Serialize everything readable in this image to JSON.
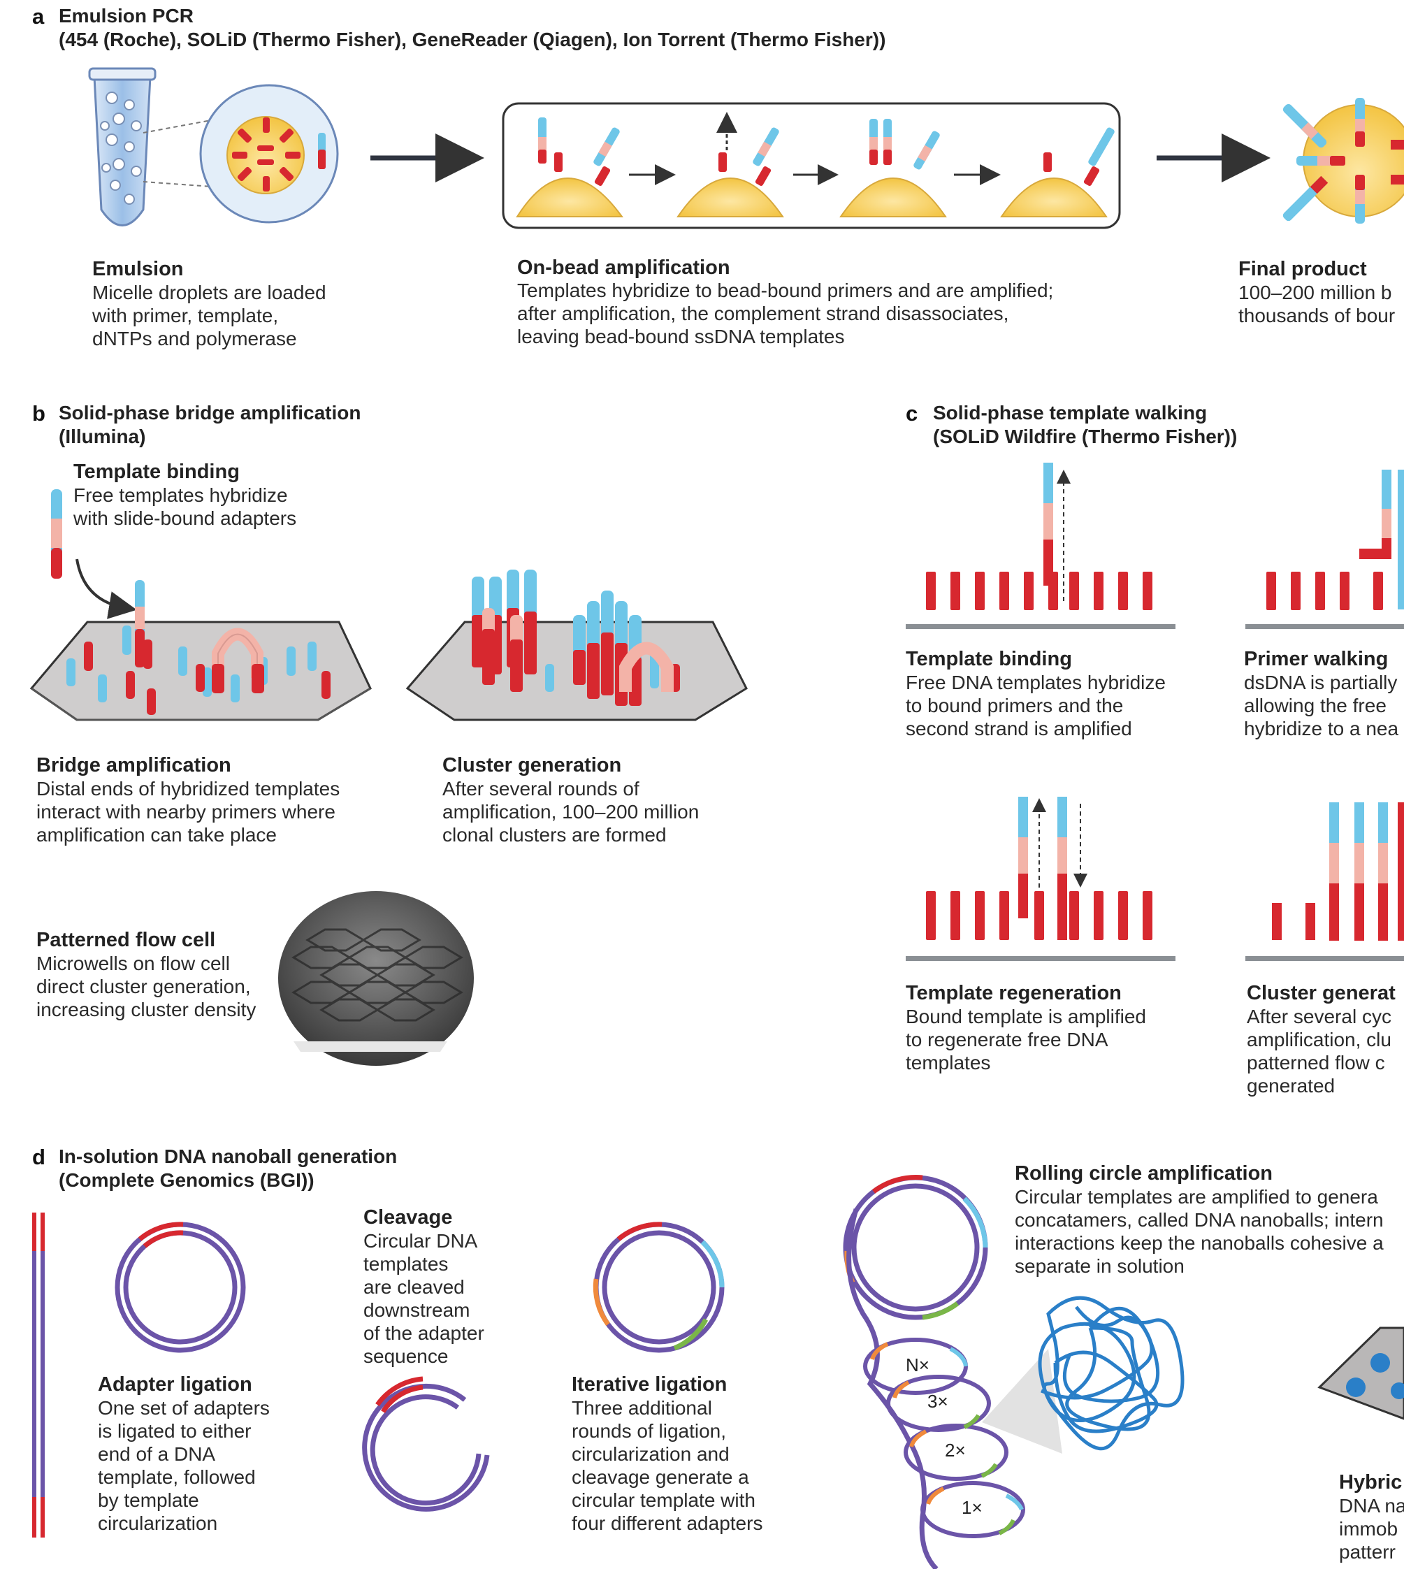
{
  "panel_a": {
    "letter": "a",
    "title": "Emulsion PCR\n(454 (Roche), SOLiD (Thermo Fisher), GeneReader (Qiagen), Ion Torrent (Thermo Fisher))",
    "emulsion": {
      "title": "Emulsion",
      "text": "Micelle droplets are loaded\nwith primer, template,\ndNTPs and polymerase"
    },
    "onbead": {
      "title": "On-bead amplification",
      "text": "Templates hybridize to bead-bound primers and are amplified;\nafter amplification, the complement strand disassociates,\nleaving bead-bound ssDNA templates"
    },
    "final": {
      "title": "Final product",
      "text": "100–200 million b\nthousands of bour"
    }
  },
  "panel_b": {
    "letter": "b",
    "title": "Solid-phase bridge amplification\n(Illumina)",
    "template_binding": {
      "title": "Template binding",
      "text": "Free templates hybridize\nwith slide-bound adapters"
    },
    "bridge": {
      "title": "Bridge amplification",
      "text": "Distal ends of hybridized templates\ninteract with nearby primers where\namplification can take place"
    },
    "cluster": {
      "title": "Cluster generation",
      "text": "After several rounds of\namplification, 100–200 million\nclonal clusters are formed"
    },
    "patterned": {
      "title": "Patterned flow cell",
      "text": "Microwells on flow cell\ndirect cluster generation,\nincreasing cluster density"
    }
  },
  "panel_c": {
    "letter": "c",
    "title": "Solid-phase template walking\n(SOLiD Wildfire (Thermo Fisher))",
    "template_binding": {
      "title": "Template binding",
      "text": "Free DNA templates hybridize\nto bound primers and the\nsecond strand is amplified"
    },
    "primer_walking": {
      "title": "Primer walking",
      "text": "dsDNA is partially\nallowing the free\nhybridize to a nea"
    },
    "template_regen": {
      "title": "Template regeneration",
      "text": "Bound template is amplified\nto regenerate free DNA\ntemplates"
    },
    "cluster": {
      "title": "Cluster generat",
      "text": "After several cyc\namplification, clu\npatterned flow c\ngenerated"
    }
  },
  "panel_d": {
    "letter": "d",
    "title": "In-solution DNA nanoball generation\n(Complete Genomics (BGI))",
    "adapter": {
      "title": "Adapter ligation",
      "text": "One set of adapters\nis ligated to either\nend of a DNA\ntemplate, followed\nby template\ncircularization"
    },
    "cleavage": {
      "title": "Cleavage",
      "text": "Circular DNA\ntemplates\nare cleaved\ndownstream\nof the adapter\nsequence"
    },
    "iterative": {
      "title": "Iterative ligation",
      "text": "Three additional\nrounds of ligation,\ncircularization and\ncleavage generate a\ncircular template with\nfour different adapters"
    },
    "rolling": {
      "title": "Rolling circle amplification",
      "text": "Circular templates are amplified to genera\nconcatamers, called DNA nanoballs; intern\ninteractions keep the nanoballs cohesive a\nseparate in solution"
    },
    "loop_labels": [
      "N×",
      "3×",
      "2×",
      "1×"
    ],
    "hybrid": {
      "title": "Hybric",
      "text": "DNA na\nimmob\npatterr"
    }
  },
  "colors": {
    "red": "#d7282f",
    "pink": "#f3b3a8",
    "blue": "#6ec6e8",
    "purple": "#6b54a8",
    "orange": "#f08a3c",
    "green": "#7ab648",
    "bead": "#f5c94e",
    "nanoball": "#2a7fc8",
    "slide": "#c9c7c7"
  }
}
